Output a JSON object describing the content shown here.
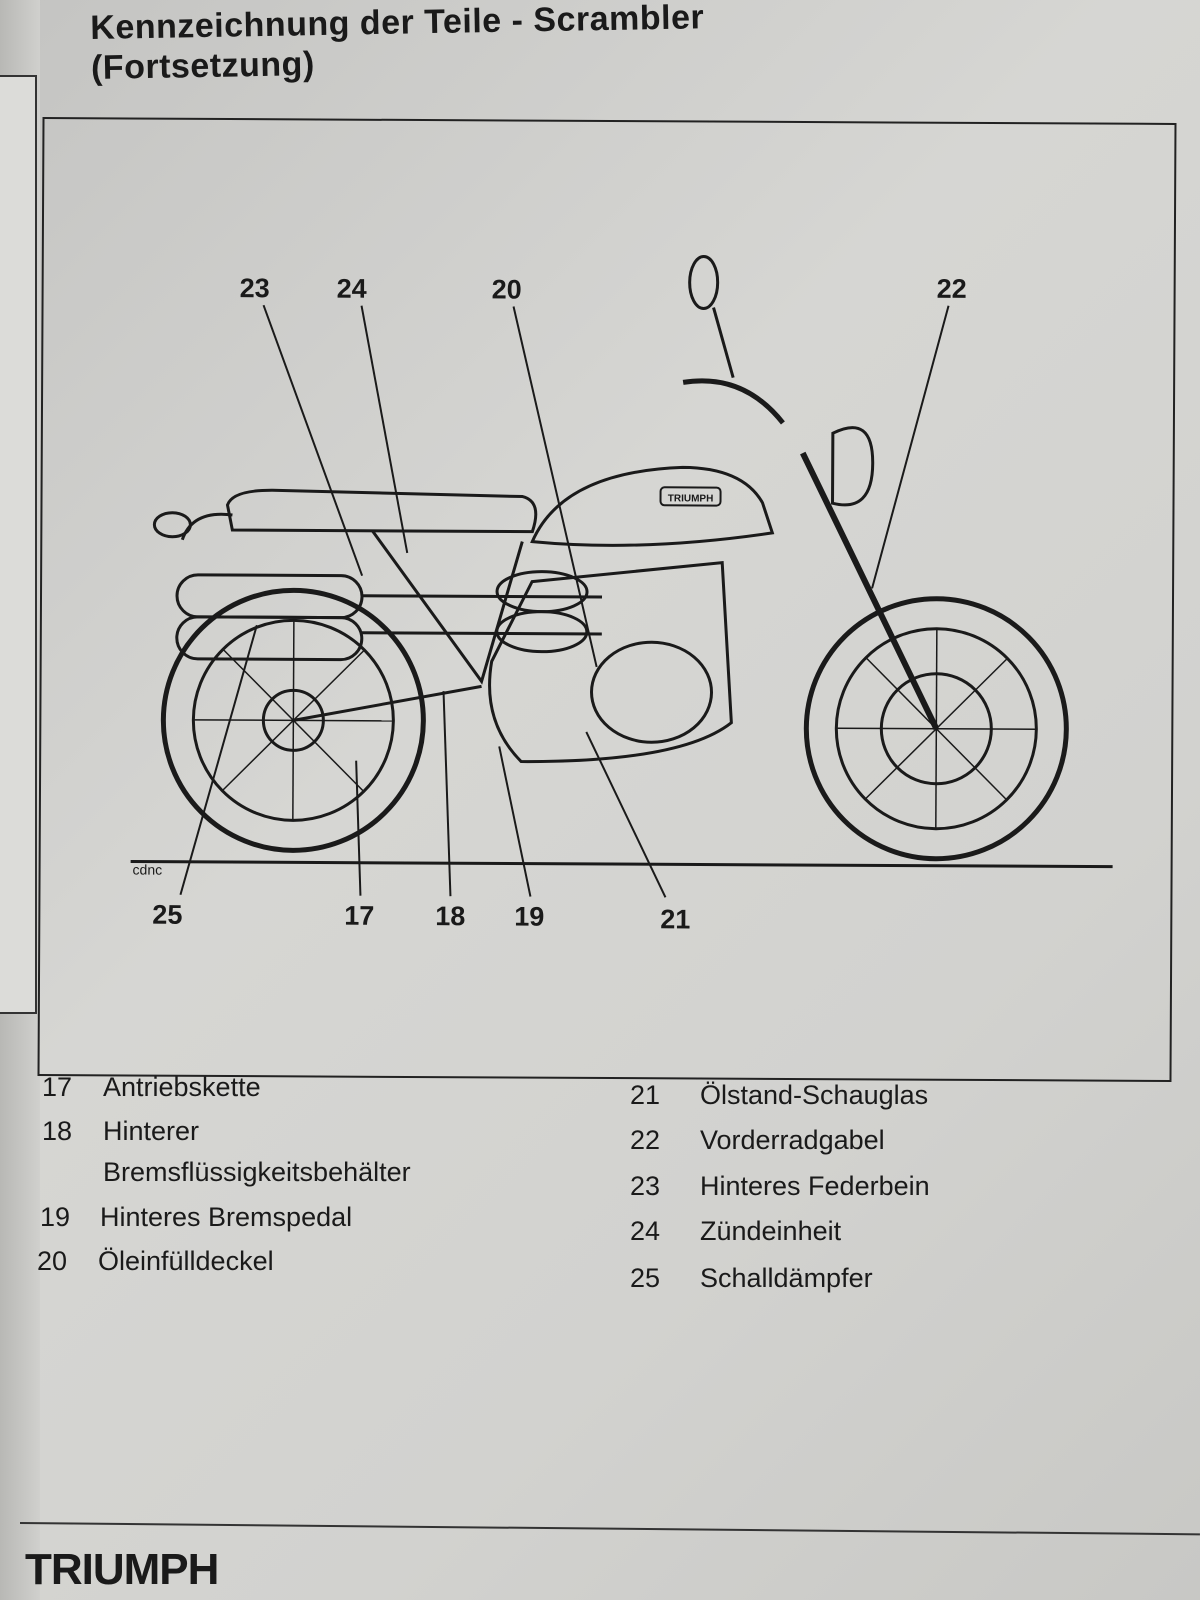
{
  "header": {
    "title_line1": "Kennzeichnung der Teile - Scrambler",
    "title_line2": "(Fortsetzung)"
  },
  "figure": {
    "code": "cdnc",
    "callouts": [
      "23",
      "24",
      "20",
      "22",
      "25",
      "17",
      "18",
      "19",
      "21"
    ],
    "tank_brand": "TRIUMPH"
  },
  "legend": [
    {
      "num": "17",
      "label": "Antriebskette"
    },
    {
      "num": "18",
      "label": "Hinterer",
      "label2": "Bremsflüssigkeitsbehälter"
    },
    {
      "num": "19",
      "label": "Hinteres Bremspedal"
    },
    {
      "num": "20",
      "label": "Öleinfülldeckel"
    },
    {
      "num": "21",
      "label": "Ölstand-Schauglas"
    },
    {
      "num": "22",
      "label": "Vorderradgabel"
    },
    {
      "num": "23",
      "label": "Hinteres Federbein"
    },
    {
      "num": "24",
      "label": "Zündeinheit"
    },
    {
      "num": "25",
      "label": "Schalldämpfer"
    }
  ],
  "footer": {
    "brand": "TRIUMPH"
  }
}
